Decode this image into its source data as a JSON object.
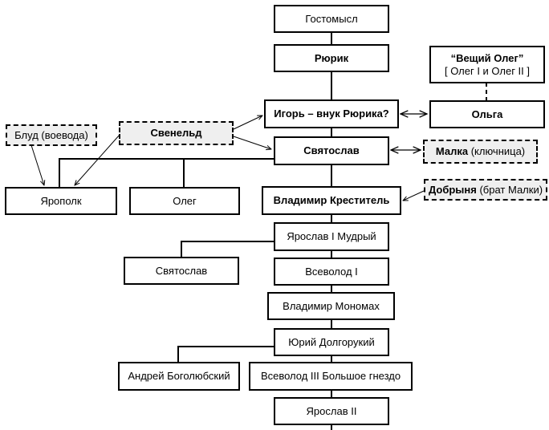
{
  "diagram": {
    "type": "genealogy-tree",
    "nodes": {
      "gostomysl": {
        "label": "Гостомысл"
      },
      "ryurik": {
        "label": "Рюрик"
      },
      "veshchiy_oleg": {
        "label": "“Вещий Олег”",
        "sublabel": "[ Олег I и Олег II ]"
      },
      "igor": {
        "label": "Игорь – внук Рюрика?"
      },
      "olga": {
        "label": "Ольга"
      },
      "blud": {
        "label": "Блуд (воевода)"
      },
      "sveneld": {
        "label": "Свенельд"
      },
      "svyatoslav": {
        "label": "Святослав"
      },
      "malka": {
        "label": "Малка",
        "note": "(ключница)"
      },
      "yaropolk": {
        "label": "Ярополк"
      },
      "oleg": {
        "label": "Олег"
      },
      "vladimir_krestitel": {
        "label": "Владимир Креститель"
      },
      "dobrynya": {
        "label": "Добрыня",
        "note": "(брат Малки)"
      },
      "yaroslav_mudry": {
        "label": "Ярослав I Мудрый"
      },
      "svyatoslav2": {
        "label": "Святослав"
      },
      "vsevolod1": {
        "label": "Всеволод I"
      },
      "vladimir_monomakh": {
        "label": "Владимир Мономах"
      },
      "yuri_dolgoruky": {
        "label": "Юрий Долгорукий"
      },
      "andrei_bogolyubsky": {
        "label": "Андрей Боголюбский"
      },
      "vsevolod3": {
        "label": "Всеволод III Большое гнездо"
      },
      "yaroslav2": {
        "label": "Ярослав II"
      }
    },
    "edges": [
      {
        "from": "gostomysl",
        "to": "ryurik",
        "kind": "lineage"
      },
      {
        "from": "ryurik",
        "to": "igor",
        "kind": "lineage"
      },
      {
        "from": "igor",
        "to": "svyatoslav",
        "kind": "lineage"
      },
      {
        "from": "veshchiy_oleg",
        "to": "olga",
        "kind": "dashed"
      },
      {
        "from": "igor",
        "to": "olga",
        "kind": "double-arrow"
      },
      {
        "from": "svyatoslav",
        "to": "malka",
        "kind": "double-arrow"
      },
      {
        "from": "sveneld",
        "to": "igor",
        "kind": "arrow"
      },
      {
        "from": "sveneld",
        "to": "svyatoslav",
        "kind": "arrow"
      },
      {
        "from": "sveneld",
        "to": "yaropolk",
        "kind": "arrow"
      },
      {
        "from": "blud",
        "to": "yaropolk",
        "kind": "arrow"
      },
      {
        "from": "svyatoslav",
        "to": "yaropolk",
        "kind": "lineage"
      },
      {
        "from": "svyatoslav",
        "to": "oleg",
        "kind": "lineage"
      },
      {
        "from": "svyatoslav",
        "to": "vladimir_krestitel",
        "kind": "lineage"
      },
      {
        "from": "dobrynya",
        "to": "vladimir_krestitel",
        "kind": "arrow"
      },
      {
        "from": "vladimir_krestitel",
        "to": "yaroslav_mudry",
        "kind": "lineage"
      },
      {
        "from": "yaroslav_mudry",
        "to": "svyatoslav2",
        "kind": "lineage"
      },
      {
        "from": "yaroslav_mudry",
        "to": "vsevolod1",
        "kind": "lineage"
      },
      {
        "from": "vsevolod1",
        "to": "vladimir_monomakh",
        "kind": "lineage"
      },
      {
        "from": "vladimir_monomakh",
        "to": "yuri_dolgoruky",
        "kind": "lineage"
      },
      {
        "from": "yuri_dolgoruky",
        "to": "andrei_bogolyubsky",
        "kind": "lineage"
      },
      {
        "from": "yuri_dolgoruky",
        "to": "vsevolod3",
        "kind": "lineage"
      },
      {
        "from": "vsevolod3",
        "to": "yaroslav2",
        "kind": "lineage"
      }
    ]
  }
}
